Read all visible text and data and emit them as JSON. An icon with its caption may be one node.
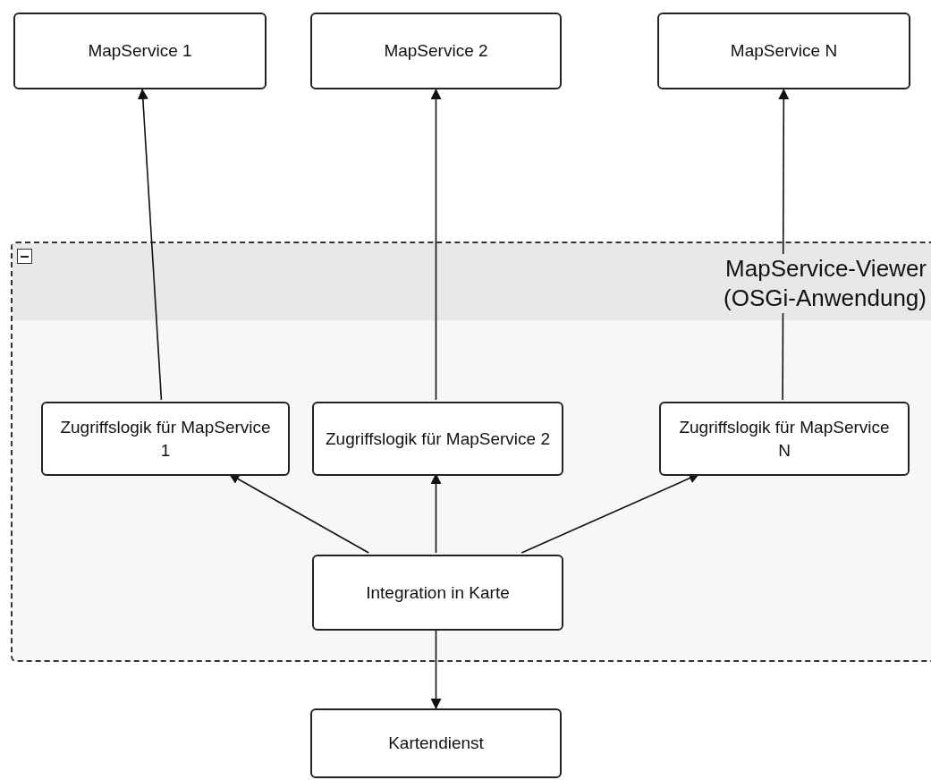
{
  "diagram": {
    "nodes": [
      {
        "text": [
          "MapService 1"
        ]
      },
      {
        "text": [
          "MapService 2"
        ]
      },
      {
        "text": [
          "MapService N"
        ]
      },
      {
        "text": [
          "MapService-Viewer (OSGi-Anwendung)"
        ]
      },
      {
        "text": [
          "Zugriffslogik für MapService 1"
        ],
        "in": 3
      },
      {
        "text": [
          "Zugriffslogik für MapService 2"
        ],
        "in": 3
      },
      {
        "text": [
          "Zugriffslogik für MapService N"
        ],
        "in": 3
      },
      {
        "text": [
          "Integration in Karte"
        ],
        "in": 3
      },
      {
        "text": [
          "Kartendienst"
        ]
      }
    ],
    "edges": [
      {
        "from": 4,
        "to": 0,
        "arrow": "to"
      },
      {
        "from": 5,
        "to": 1,
        "arrow": "to"
      },
      {
        "from": 6,
        "to": 2,
        "arrow": "to"
      },
      {
        "from": 7,
        "to": 4,
        "arrow": "to"
      },
      {
        "from": 7,
        "to": 5,
        "arrow": "to"
      },
      {
        "from": 7,
        "to": 6,
        "arrow": "to"
      },
      {
        "from": 7,
        "to": 8,
        "arrow": "to"
      }
    ]
  }
}
